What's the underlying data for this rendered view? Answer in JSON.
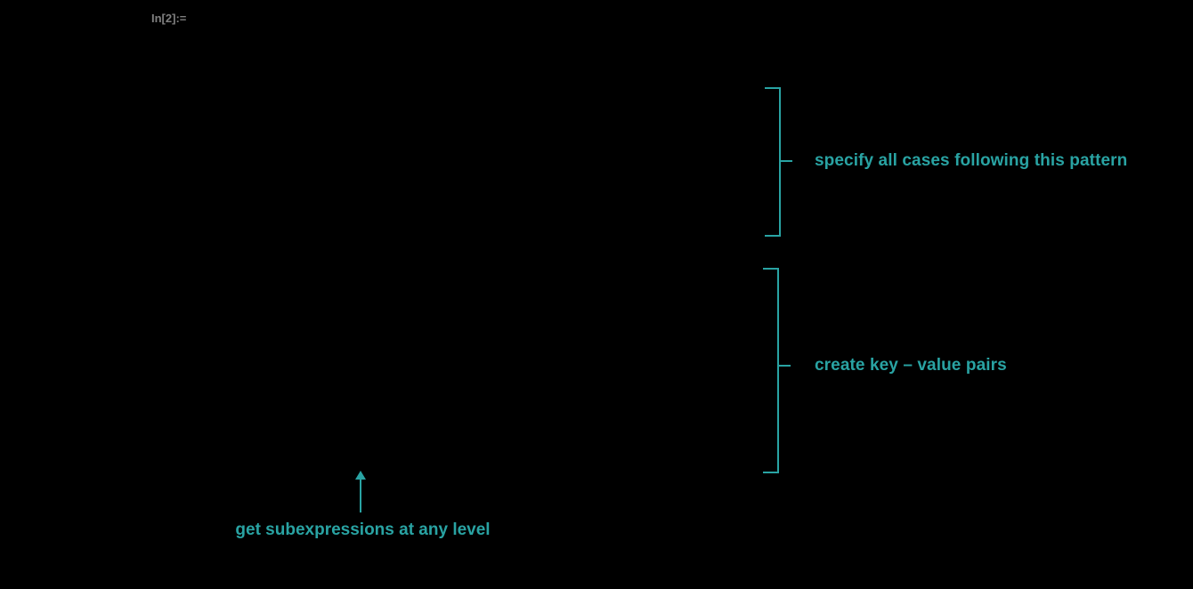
{
  "notebook": {
    "input_prompt": "In[2]:="
  },
  "annotations": {
    "pattern": {
      "label": "specify all cases following this pattern"
    },
    "key_value": {
      "label": "create key – value pairs"
    },
    "subexpressions": {
      "label": "get subexpressions at any level"
    }
  },
  "colors": {
    "accent": "#29A3A3",
    "prompt": "#7F7F7F",
    "background": "#000000"
  }
}
